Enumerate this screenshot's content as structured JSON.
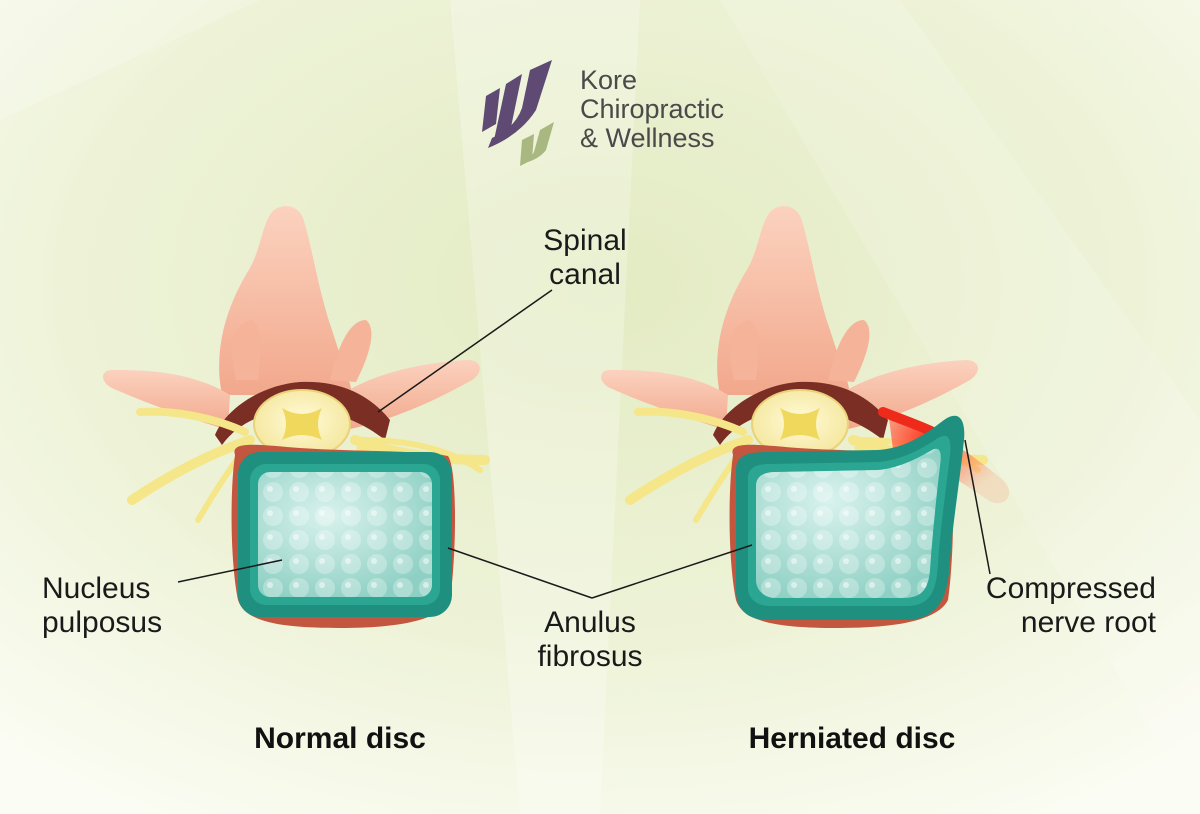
{
  "logo": {
    "line1": "Kore",
    "line2": "Chiropractic",
    "line3": "& Wellness",
    "colors": {
      "purple": "#5e4a73",
      "green": "#a8b880"
    }
  },
  "labels": {
    "spinal_canal": [
      "Spinal",
      "canal"
    ],
    "nucleus_pulposus": [
      "Nucleus",
      "pulposus"
    ],
    "anulus_fibrosus": [
      "Anulus",
      "fibrosus"
    ],
    "compressed_nerve_root": [
      "Compressed",
      "nerve root"
    ]
  },
  "captions": {
    "normal": "Normal disc",
    "herniated": "Herniated disc"
  },
  "colors": {
    "bone": "#f6b79c",
    "cord": "#fbf0b4",
    "nerve": "#f5e68a",
    "disc_ring": "#1f8f7f",
    "nucleus": "#a6ddd4",
    "disc_base": "#c2563f",
    "inflamed": "#ee2a1a"
  }
}
